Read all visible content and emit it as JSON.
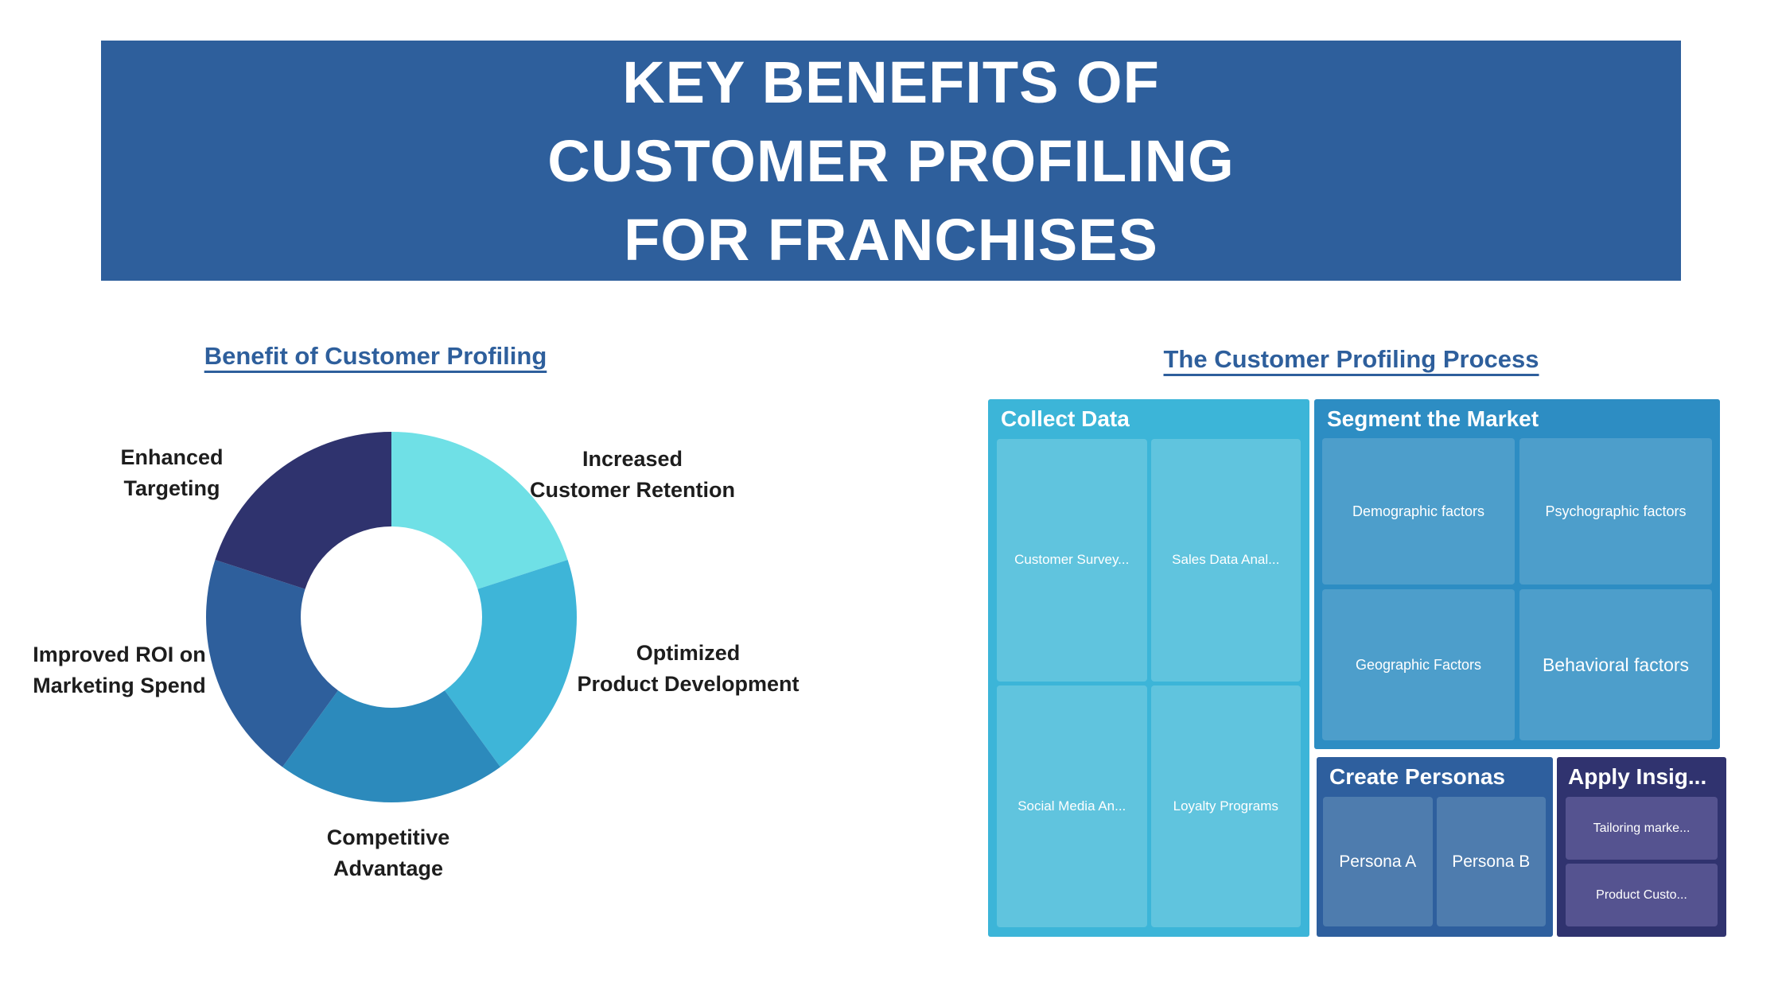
{
  "banner": {
    "lines": [
      "KEY BENEFITS OF",
      "CUSTOMER PROFILING",
      "FOR FRANCHISES"
    ],
    "bg": "#2e5f9c",
    "text_color": "#ffffff"
  },
  "benefit_chart": {
    "heading": "Benefit of Customer Profiling",
    "heading_color": "#2e5f9c",
    "label_color": "#1d1d1d",
    "labels": [
      {
        "line1": "Enhanced",
        "line2": "Targeting"
      },
      {
        "line1": "Increased",
        "line2": "Customer Retention"
      },
      {
        "line1": "Optimized",
        "line2": "Product Development"
      },
      {
        "line1": "Competitive",
        "line2": "Advantage"
      },
      {
        "line1": "Improved ROI on",
        "line2": "Marketing Spend"
      }
    ]
  },
  "process": {
    "heading": "The Customer Profiling Process",
    "heading_color": "#2e5f9c",
    "sections": [
      {
        "title": "Collect Data",
        "bg": "#3cb5d8",
        "cell_bg": "#60c4de",
        "cells": [
          "Customer Survey...",
          "Sales Data Anal...",
          "Social Media An...",
          "Loyalty Programs"
        ]
      },
      {
        "title": "Segment the Market",
        "bg": "#2d8dc3",
        "cell_bg": "#4d9ecb",
        "cells": [
          "Demographic factors",
          "Psychographic factors",
          "Geographic Factors",
          "Behavioral factors"
        ]
      },
      {
        "title": "Create Personas",
        "bg": "#2e5f9e",
        "cell_bg": "#4e7cae",
        "cells": [
          "Persona A",
          "Persona B"
        ]
      },
      {
        "title": "Apply Insig...",
        "bg": "#30336f",
        "cell_bg": "#555390",
        "cells": [
          "Tailoring marke...",
          "Product Custo..."
        ]
      }
    ]
  },
  "chart_data": [
    {
      "type": "pie",
      "donut": true,
      "title": "Benefit of Customer Profiling",
      "categories": [
        "Increased Customer Retention",
        "Optimized Product Development",
        "Competitive Advantage",
        "Improved ROI on Marketing Spend",
        "Enhanced Targeting"
      ],
      "values": [
        20,
        20,
        20,
        20,
        20
      ],
      "colors": [
        "#6fe0e6",
        "#3eb5d8",
        "#2c8abc",
        "#2e5f9c",
        "#2f336e"
      ],
      "start_angle": 0,
      "direction": "clockwise",
      "inner_radius_ratio": 0.49,
      "legend_position": "outside-labels"
    },
    {
      "type": "treemap",
      "title": "The Customer Profiling Process",
      "groups": [
        {
          "name": "Collect Data",
          "children": [
            "Customer Survey...",
            "Sales Data Anal...",
            "Social Media An...",
            "Loyalty Programs"
          ]
        },
        {
          "name": "Segment the Market",
          "children": [
            "Demographic factors",
            "Psychographic factors",
            "Geographic Factors",
            "Behavioral factors"
          ]
        },
        {
          "name": "Create Personas",
          "children": [
            "Persona A",
            "Persona B"
          ]
        },
        {
          "name": "Apply Insig...",
          "children": [
            "Tailoring marke...",
            "Product Custo..."
          ]
        }
      ]
    }
  ]
}
